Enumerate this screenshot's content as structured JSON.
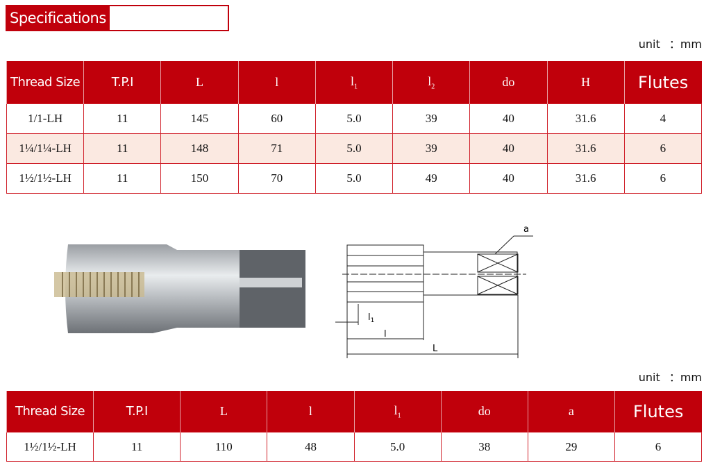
{
  "title": "Specifications",
  "unit_label": "unit ：mm",
  "table1": {
    "headers": [
      {
        "t": "Thread Size",
        "c": "sans"
      },
      {
        "t": "T.P.I",
        "c": "sans"
      },
      {
        "t": "L"
      },
      {
        "t": "l"
      },
      {
        "t": "l",
        "sub": "1"
      },
      {
        "t": "l",
        "sub": "2"
      },
      {
        "t": "do"
      },
      {
        "t": "H"
      },
      {
        "t": "Flutes",
        "c": "big"
      }
    ],
    "rows": [
      [
        "1/1-LH",
        "11",
        "145",
        "60",
        "5.0",
        "39",
        "40",
        "31.6",
        "4"
      ],
      [
        "1¼/1¼-LH",
        "11",
        "148",
        "71",
        "5.0",
        "39",
        "40",
        "31.6",
        "6"
      ],
      [
        "1½/1½-LH",
        "11",
        "150",
        "70",
        "5.0",
        "49",
        "40",
        "31.6",
        "6"
      ]
    ]
  },
  "diagram": {
    "a": "a",
    "l1": "l",
    "l1_sub": "1",
    "l": "l",
    "L": "L"
  },
  "table2": {
    "headers": [
      {
        "t": "Thread Size",
        "c": "sans"
      },
      {
        "t": "T.P.I",
        "c": "sans"
      },
      {
        "t": "L"
      },
      {
        "t": "l"
      },
      {
        "t": "l",
        "sub": "1"
      },
      {
        "t": "do"
      },
      {
        "t": "a"
      },
      {
        "t": "Flutes",
        "c": "big"
      }
    ],
    "rows": [
      [
        "1½/1½-LH",
        "11",
        "110",
        "48",
        "5.0",
        "38",
        "29",
        "6"
      ]
    ]
  }
}
